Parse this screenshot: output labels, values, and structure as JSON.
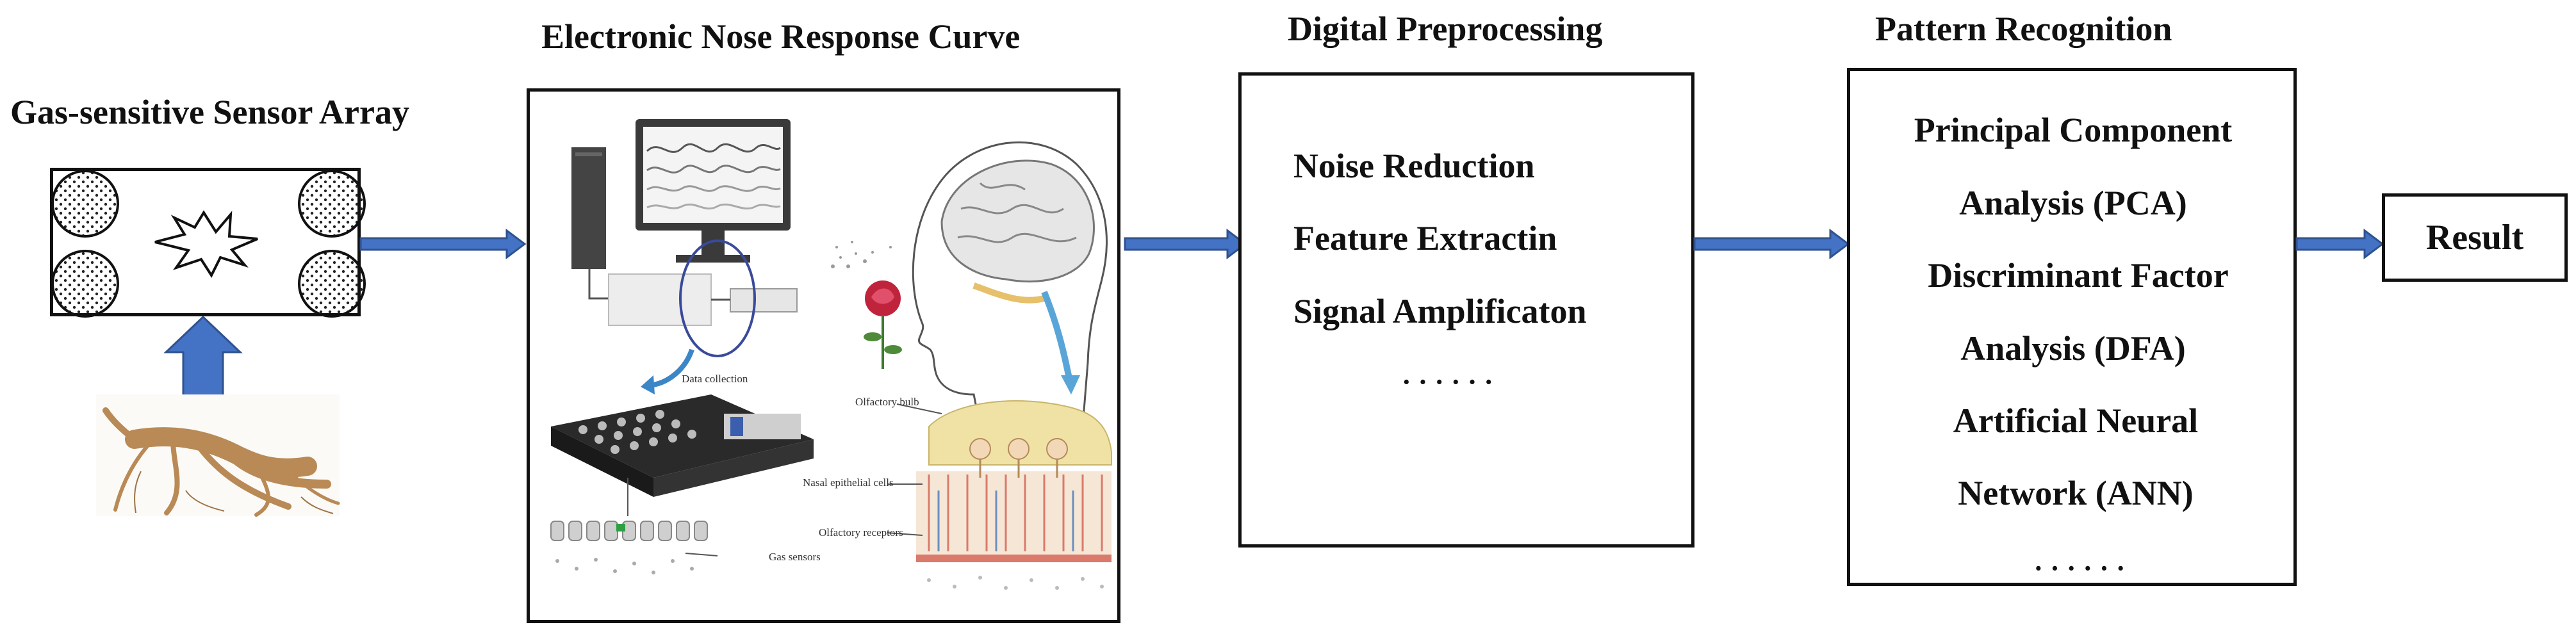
{
  "stages": {
    "sensor": {
      "title": "Gas-sensitive Sensor Array"
    },
    "curve": {
      "title": "Electronic Nose Response Curve",
      "labels": {
        "data_collection": "Data collection",
        "olfactory_bulb": "Olfactory bulb",
        "nasal_cells": "Nasal epithelial cells",
        "olfactory_receptors": "Olfactory receptors",
        "gas_sensors": "Gas sensors"
      }
    },
    "preprocessing": {
      "title": "Digital Preprocessing",
      "items": [
        "Noise Reduction",
        "Feature Extractin",
        "Signal Amplificaton",
        "· · · · · ·"
      ]
    },
    "recognition": {
      "title": "Pattern Recognition",
      "items": [
        "Principal Component",
        "Analysis (PCA)",
        "Discriminant Factor",
        "Analysis (DFA)",
        "Artificial Neural",
        "Network (ANN)",
        "· · · · · ·"
      ]
    },
    "result": {
      "label": "Result"
    }
  },
  "colors": {
    "arrow": "#4472c4",
    "arrow_outline": "#2f528f",
    "box_border": "#111111",
    "root": "#b98a55",
    "brain": "#8a8a8a",
    "rose": "#c0243c"
  },
  "icons": [
    "starburst-icon",
    "ginseng-root-image",
    "computer-monitor-icon",
    "brain-head-icon",
    "rose-icon",
    "sensor-board-icon"
  ]
}
